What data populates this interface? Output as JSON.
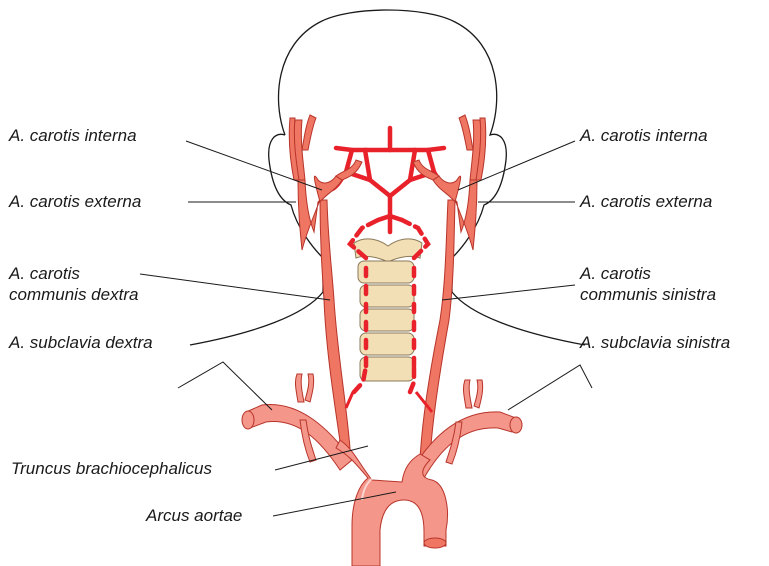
{
  "colors": {
    "artery": "#e8212b",
    "artery_fill": "#f4968a",
    "artery_shade": "#ee7663",
    "artery_outline": "#b8342a",
    "bone": "#f2dfb5",
    "bone_outline": "#8a7a5a",
    "outline": "#1a1a1a"
  },
  "labels": {
    "carotis_interna_right": "A. carotis interna",
    "carotis_interna_left": "A. carotis interna",
    "carotis_externa_right": "A. carotis externa",
    "carotis_externa_left": "A. carotis externa",
    "carotis_communis_dextra_1": "A. carotis",
    "carotis_communis_dextra_2": "communis dextra",
    "carotis_communis_sinistra_1": "A. carotis",
    "carotis_communis_sinistra_2": "communis sinistra",
    "subclavia_dextra": "A. subclavia dextra",
    "subclavia_sinistra": "A. subclavia sinistra",
    "truncus_brachiocephalicus": "Truncus brachiocephalicus",
    "arcus_aortae": "Arcus aortae"
  }
}
